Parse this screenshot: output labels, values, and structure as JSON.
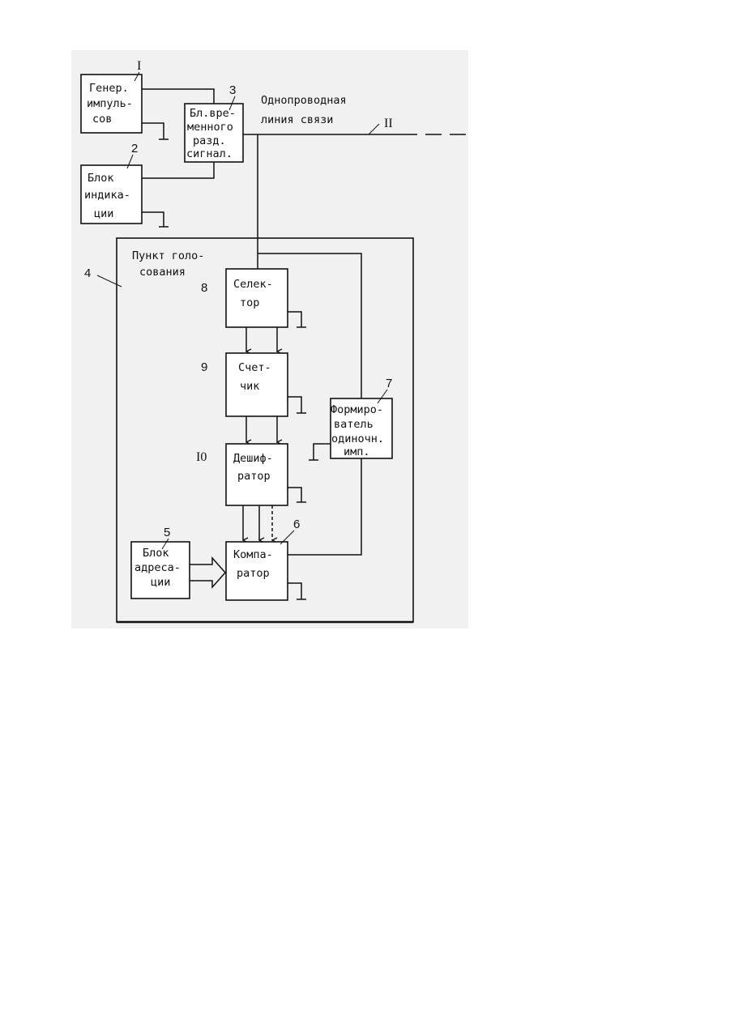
{
  "blocks": {
    "gen": {
      "num": "I",
      "lines": [
        "Генер.",
        "импуль-",
        "сов"
      ]
    },
    "ind": {
      "num": "2",
      "lines": [
        "Блок",
        "индика-",
        "ции"
      ]
    },
    "time": {
      "num": "3",
      "lines": [
        "Бл.вре-",
        "менного",
        "разд.",
        "сигнал."
      ]
    },
    "voting": {
      "num": "4",
      "lines": [
        "Пункт голо-",
        "сования"
      ]
    },
    "addr": {
      "num": "5",
      "lines": [
        "Блок",
        "адреса-",
        "ции"
      ]
    },
    "comp": {
      "num": "6",
      "lines": [
        "Компа-",
        "ратор"
      ]
    },
    "former": {
      "num": "7",
      "lines": [
        "Формиро-",
        "ватель",
        "одиночн.",
        "имп."
      ]
    },
    "sel": {
      "num": "8",
      "lines": [
        "Селек-",
        "тор"
      ]
    },
    "cnt": {
      "num": "9",
      "lines": [
        "Счет-",
        "чик"
      ]
    },
    "dec": {
      "num": "I0",
      "lines": [
        "Дешиф-",
        "ратор"
      ]
    }
  },
  "line": {
    "num": "II",
    "lines": [
      "Однопроводная",
      "линия связи"
    ]
  }
}
